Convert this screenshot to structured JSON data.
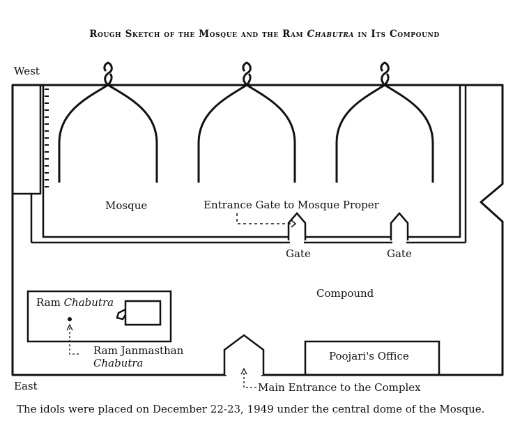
{
  "title_parts": {
    "pre": "Rough Sketch of the Mosque and the Ram ",
    "italic": "Chabutra",
    "post": " in Its Compound"
  },
  "labels": {
    "west": "West",
    "east": "East",
    "mosque": "Mosque",
    "entrance_gate": "Entrance Gate to Mosque Proper",
    "gate1": "Gate",
    "gate2": "Gate",
    "compound": "Compound",
    "ram_chabutra_word": "Ram ",
    "ram_chabutra_italic": "Chabutra",
    "janmasthan_line1": "Ram Janmasthan",
    "janmasthan_line2": "Chabutra",
    "poojari_office": "Poojari's Office",
    "main_entrance": "Main Entrance to the Complex"
  },
  "caption": "The idols were placed on December 22-23, 1949 under the central dome of the Mosque."
}
